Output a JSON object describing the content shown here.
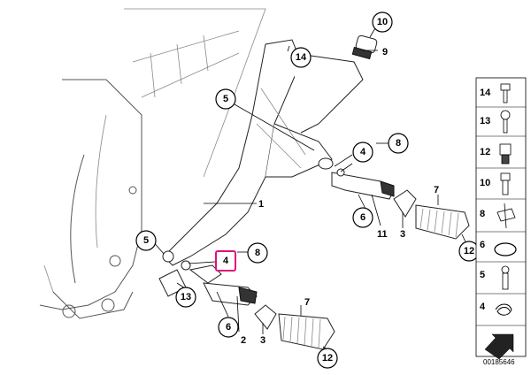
{
  "callouts": [
    {
      "id": "c10",
      "label": "10"
    },
    {
      "id": "c14",
      "label": "14"
    },
    {
      "id": "c5a",
      "label": "5"
    },
    {
      "id": "c8a",
      "label": "8"
    },
    {
      "id": "c4a",
      "label": "4"
    },
    {
      "id": "c6a",
      "label": "6"
    },
    {
      "id": "c12a",
      "label": "12"
    },
    {
      "id": "c5b",
      "label": "5"
    },
    {
      "id": "c8b",
      "label": "8"
    },
    {
      "id": "c4b",
      "label": "4"
    },
    {
      "id": "c13",
      "label": "13"
    },
    {
      "id": "c6b",
      "label": "6"
    },
    {
      "id": "c12b",
      "label": "12"
    }
  ],
  "plain_labels": {
    "l9": "9",
    "l1": "1",
    "l11": "11",
    "l3a": "3",
    "l7a": "7",
    "l7b": "7",
    "l2": "2",
    "l3b": "3"
  },
  "legend": [
    "14",
    "13",
    "12",
    "10",
    "8",
    "6",
    "5",
    "4"
  ],
  "highlight_color": "#e0107a",
  "document_number": "00185646"
}
